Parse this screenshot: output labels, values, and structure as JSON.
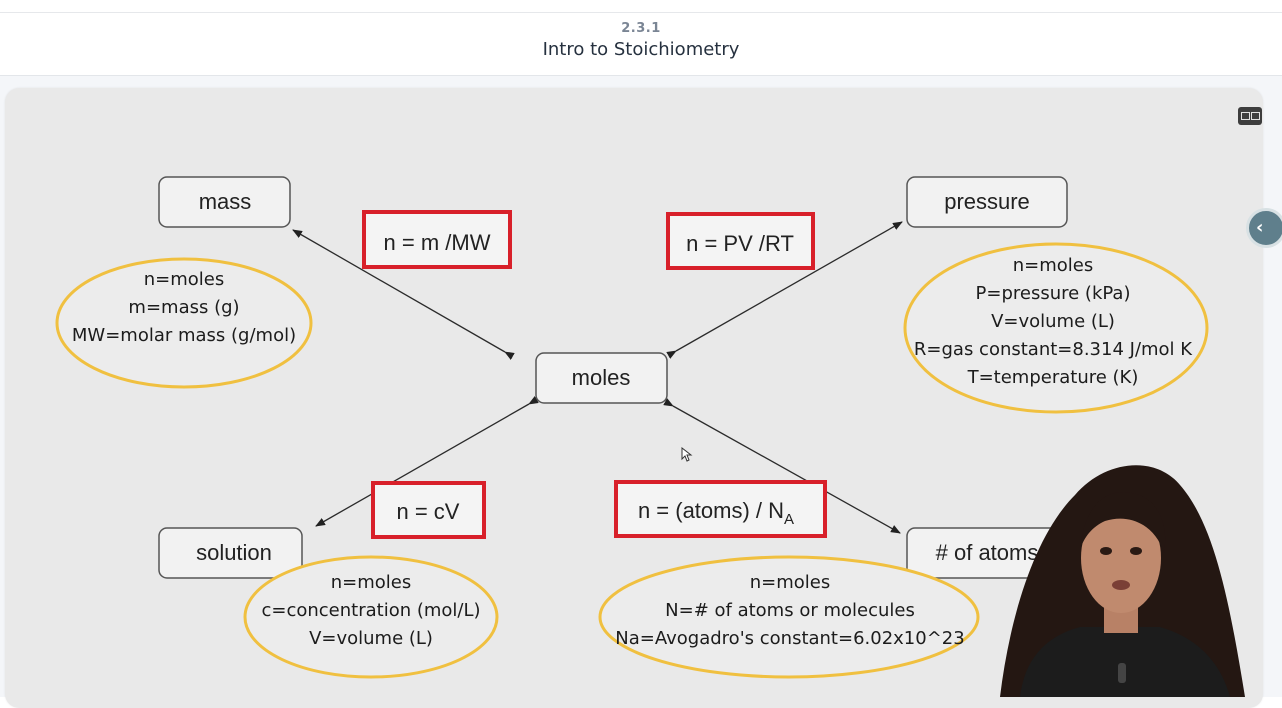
{
  "header": {
    "section_number": "2.3.1",
    "title": "Intro to Stoichiometry"
  },
  "diagram": {
    "nodes": {
      "center": "moles",
      "mass": "mass",
      "pressure": "pressure",
      "solution": "solution",
      "atoms": "# of atoms"
    },
    "formulas": {
      "mass": "n = m /MW",
      "pressure": "n = PV /RT",
      "solution": "n = cV",
      "atoms_main": "n = (atoms) / N",
      "atoms_sub": "A"
    },
    "notes": {
      "mass": [
        "n=moles",
        "m=mass (g)",
        "MW=molar mass (g/mol)"
      ],
      "pressure": [
        "n=moles",
        "P=pressure (kPa)",
        "V=volume (L)",
        "R=gas constant=8.314 J/mol K",
        "T=temperature (K)"
      ],
      "solution": [
        "n=moles",
        "c=concentration (mol/L)",
        "V=volume (L)"
      ],
      "atoms": [
        "n=moles",
        "N=# of atoms or molecules",
        "Na=Avogadro's constant=6.02x10^23"
      ]
    }
  },
  "colors": {
    "formula_border": "#d8202a",
    "ellipse_border": "#f0c040",
    "video_background": "#e9e9e9"
  },
  "icons": {
    "captions": "captions-icon",
    "sidebar_toggle": "chevron-left-icon",
    "cursor": "mouse-pointer-icon"
  }
}
